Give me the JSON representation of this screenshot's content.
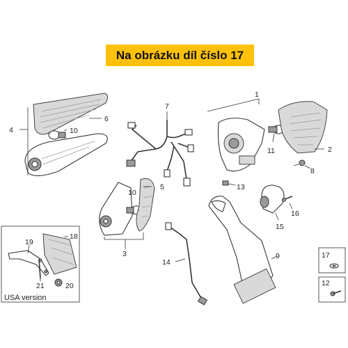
{
  "banner": {
    "text": "Na obrázku díl číslo 17",
    "color": "#ffc107"
  },
  "labels": {
    "p1": "1",
    "p2": "2",
    "p3": "3",
    "p4": "4",
    "p5": "5",
    "p6": "6",
    "p7": "7",
    "p8": "8",
    "p9": "9",
    "p10a": "10",
    "p10b": "10",
    "p11": "11",
    "p12": "12",
    "p13": "13",
    "p14": "14",
    "p15": "15",
    "p16": "16",
    "p17": "17",
    "p18": "18",
    "p19": "19",
    "p20": "20",
    "p21": "21"
  },
  "usa_label": "USA version"
}
